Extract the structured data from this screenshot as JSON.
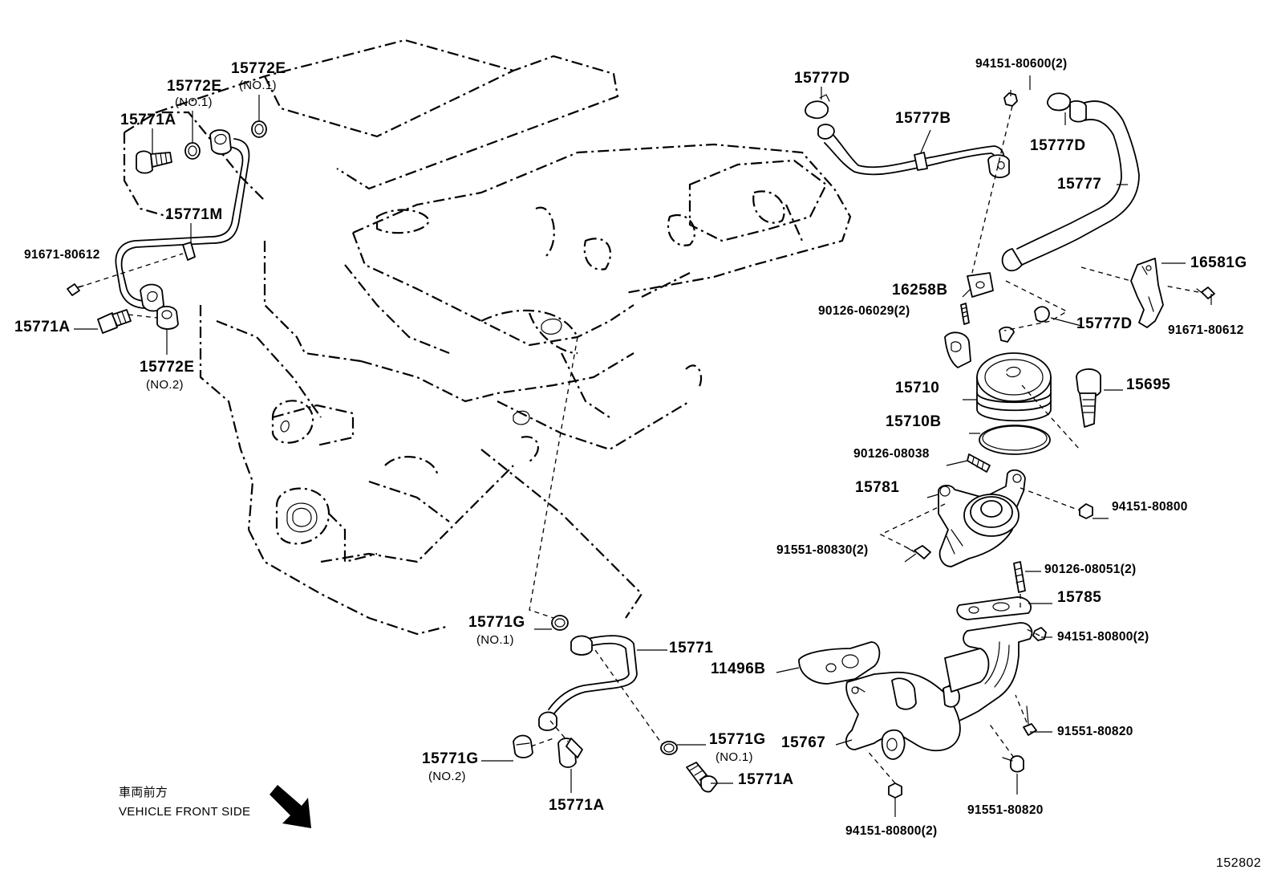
{
  "labels": {
    "l_15772E_no1_a": "15772E",
    "l_15772E_no1_a_sub": "(NO.1)",
    "l_15772E_no1_b": "15772E",
    "l_15772E_no1_b_sub": "(NO.1)",
    "l_15771A_top": "15771A",
    "l_15771M": "15771M",
    "l_91671_left": "91671-80612",
    "l_15771A_left": "15771A",
    "l_15772E_no2": "15772E",
    "l_15772E_no2_sub": "(NO.2)",
    "l_15777D_top": "15777D",
    "l_15777B": "15777B",
    "l_94151_80600": "94151-80600(2)",
    "l_15777D_right": "15777D",
    "l_15777": "15777",
    "l_16581G": "16581G",
    "l_16258B": "16258B",
    "l_90126_06029": "90126-06029(2)",
    "l_15777D_mid": "15777D",
    "l_91671_right": "91671-80612",
    "l_15710": "15710",
    "l_15695": "15695",
    "l_15710B": "15710B",
    "l_90126_08038": "90126-08038",
    "l_15781": "15781",
    "l_94151_80800": "94151-80800",
    "l_91551_80830": "91551-80830(2)",
    "l_90126_08051": "90126-08051(2)",
    "l_15785": "15785",
    "l_94151_80800_2a": "94151-80800(2)",
    "l_11496B": "11496B",
    "l_15771G_no1_a": "15771G",
    "l_15771G_no1_a_sub": "(NO.1)",
    "l_15771": "15771",
    "l_15771G_no1_b": "15771G",
    "l_15771G_no1_b_sub": "(NO.1)",
    "l_15771A_mid": "15771A",
    "l_15771G_no2": "15771G",
    "l_15771G_no2_sub": "(NO.2)",
    "l_15771A_bottom": "15771A",
    "l_15767": "15767",
    "l_91551_80820_a": "91551-80820",
    "l_91551_80820_b": "91551-80820",
    "l_94151_80800_2b": "94151-80800(2)"
  },
  "front_note": {
    "japanese": "車両前方",
    "english": "VEHICLE FRONT SIDE"
  },
  "ref_number": "152802"
}
